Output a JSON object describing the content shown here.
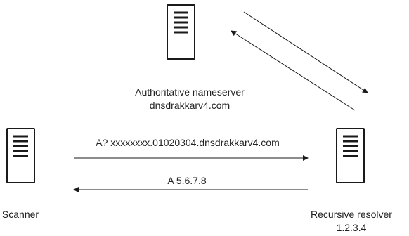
{
  "nodes": {
    "authoritative": {
      "label_line1": "Authoritative nameserver",
      "label_line2": "dnsdrakkarv4.com"
    },
    "scanner": {
      "label": "Scanner"
    },
    "resolver": {
      "label_line1": "Recursive resolver",
      "label_line2": "1.2.3.4"
    }
  },
  "messages": {
    "query": "A? xxxxxxxx.01020304.dnsdrakkarv4.com",
    "response": "A 5.6.7.8"
  },
  "colors": {
    "stroke": "#1a1a1a",
    "text": "#222222"
  }
}
